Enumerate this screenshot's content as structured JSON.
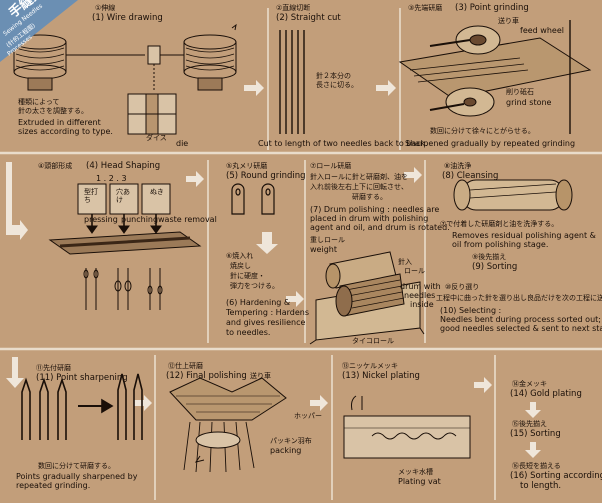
{
  "badge": {
    "title": "手縫針",
    "sub1": "Sewing Needles",
    "sub2": "(针的工程图)",
    "sub3": "Processes"
  },
  "steps": {
    "s1": {
      "num_jp": "①伸線",
      "label": "(1) Wire drawing",
      "note_jp1": "種類によって",
      "note_jp2": "針の太さを調整する。",
      "note_en1": "Extruded in different",
      "note_en2": "sizes according to type.",
      "die_jp": "ダイス",
      "die": "die"
    },
    "s2": {
      "num_jp": "②直線切断",
      "label": "(2) Straight cut",
      "note_jp1": "針２本分の",
      "note_jp2": "長さに切る。",
      "note_en": "Cut to length of two needles back to back."
    },
    "s3": {
      "num_jp": "③先端研磨",
      "label": "(3) Point grinding",
      "wheel_jp": "送り車",
      "wheel": "feed wheel",
      "stone_jp": "削り砥石",
      "stone": "grind stone",
      "note_jp": "数回に分けて徐々にとがらせる。",
      "note_en": "Sharpened gradually by repeated grinding"
    },
    "s4": {
      "num_jp": "④頭部形成",
      "label": "(4) Head Shaping",
      "nums": "1    .    2    .    3",
      "c1_jp": "型打ち",
      "c2_jp": "穴あけ",
      "c3_jp": "ぬき",
      "c1": "pressing",
      "c2": "punching",
      "c3": "waste removal"
    },
    "s5": {
      "num_jp": "⑤丸メリ研磨",
      "label": "(5) Round grinding"
    },
    "s6": {
      "num_jp": "⑥焼入れ",
      "jp1": "焼戻し",
      "jp2": "針に硬度・",
      "jp3": "弾力をつける。",
      "en1": "(6) Hardening &",
      "en2": "Tempering : Hardens",
      "en3": "and gives resilience",
      "en4": "to needles."
    },
    "s7": {
      "num_jp": "⑦ロール研磨",
      "jp1": "針入ロールに針と研磨剤、油を",
      "jp2": "入れ前後左右上下に回転させ、",
      "jp3": "研磨する。",
      "en1": "(7) Drum polishing : needles are",
      "en2": "placed in drum with polishing",
      "en3": "agent and oil, and drum is rotated.",
      "roll_jp": "重しロール",
      "weight": "weight",
      "drum_jp1": "針入",
      "drum_jp2": "ロール",
      "drum1": "drum with",
      "drum2": "needles",
      "drum3": "inside",
      "tire_jp": "タイコロール"
    },
    "s8": {
      "num_jp": "⑧油洗浄",
      "label": "(8) Cleansing",
      "jp": "⑦で付着した研磨剤と油を洗浄する。",
      "en1": "Removes residual polishing agent &",
      "en2": "oil from polishing stage."
    },
    "s9": {
      "num_jp": "⑨後先揃え",
      "label": "(9) Sorting"
    },
    "s10": {
      "num_jp": "⑩反り選り",
      "jp": "工程中に曲った針を選り出し良品だけを次の工程に送る。",
      "en1": "(10) Selecting :",
      "en2": "Needles bent during process sorted out;",
      "en3": "good needles selected & sent to next stage."
    },
    "s11": {
      "num_jp": "⑪先付研磨",
      "label": "(11) Point sharpening",
      "jp": "数回に分けて研磨する。",
      "en1": "Points gradually sharpened by",
      "en2": "repeated grinding."
    },
    "s12": {
      "num_jp": "⑫仕上研磨",
      "label": "(12) Final polishing",
      "wheel_jp": "送り車",
      "hopper": "ホッパー",
      "pack_jp": "パッキン羽布",
      "pack": "packing"
    },
    "s13": {
      "num_jp": "⑬ニッケルメッキ",
      "label": "(13) Nickel plating",
      "vat_jp": "メッキ水槽",
      "vat": "Plating vat"
    },
    "s14": {
      "num_jp": "⑭金メッキ",
      "label": "(14) Gold plating"
    },
    "s15": {
      "num_jp": "⑮後先揃え",
      "label": "(15) Sorting"
    },
    "s16": {
      "num_jp": "⑯長短を揃える",
      "label1": "(16) Sorting according",
      "label2": "to length."
    }
  }
}
